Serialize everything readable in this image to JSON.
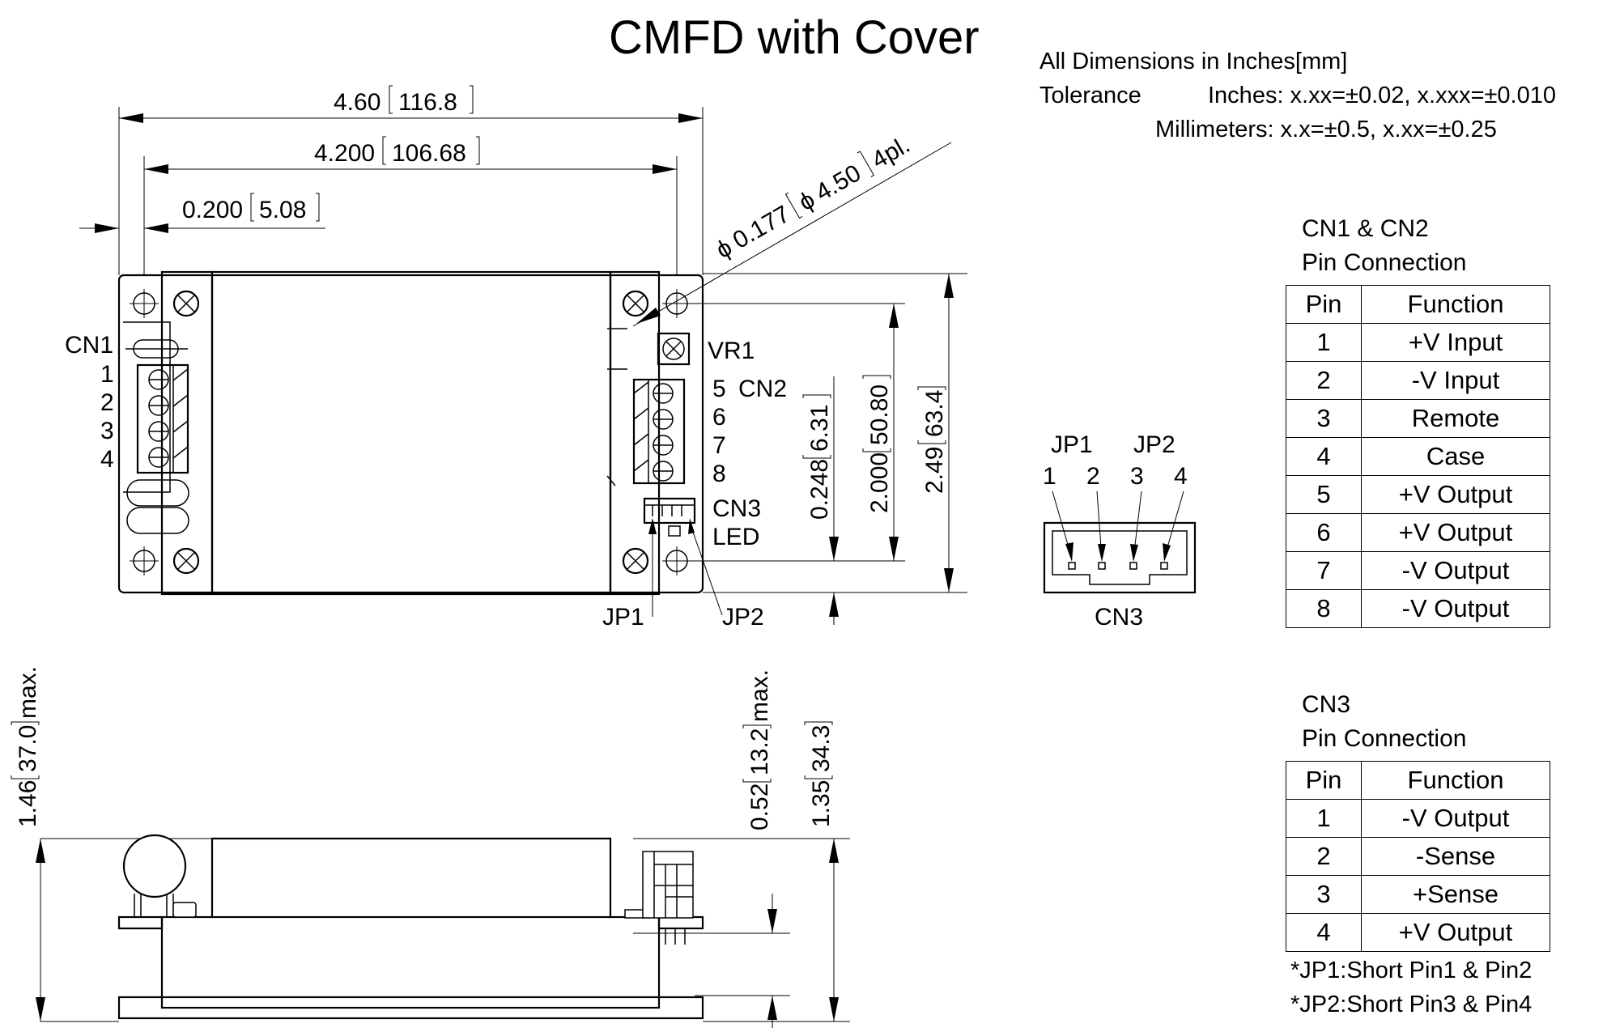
{
  "title": "CMFD with Cover",
  "notes": {
    "units": "All Dimensions in Inches[mm]",
    "tolerance_label": "Tolerance",
    "tolerance_inches": "Inches: x.xx=±0.02, x.xxx=±0.010",
    "tolerance_mm": "Millimeters: x.x=±0.5, x.xx=±0.25"
  },
  "dimensions": {
    "overall_length": {
      "in": "4.60",
      "mm": "116.8"
    },
    "hole_pitch_length": {
      "in": "4.200",
      "mm": "106.68"
    },
    "hole_edge_offset": {
      "in": "0.200",
      "mm": "5.08"
    },
    "hole_diameter": {
      "in": "0.177",
      "mm": "4.50",
      "suffix": "4pl.",
      "symbol": "ϕ"
    },
    "overall_width": {
      "in": "2.49",
      "mm": "63.4"
    },
    "hole_pitch_width": {
      "in": "2.000",
      "mm": "50.80"
    },
    "hole_edge_offset_y": {
      "in": "0.248",
      "mm": "6.31"
    },
    "overall_height": {
      "in": "1.46",
      "mm": "37.0",
      "suffix": "max."
    },
    "pin_height": {
      "in": "0.52",
      "mm": "13.2",
      "suffix": "max."
    },
    "body_height": {
      "in": "1.35",
      "mm": "34.3"
    }
  },
  "labels": {
    "cn1": "CN1",
    "cn1_pins": [
      "1",
      "2",
      "3",
      "4"
    ],
    "vr1": "VR1",
    "cn2": "CN2",
    "cn2_pins": [
      "5",
      "6",
      "7",
      "8"
    ],
    "cn3": "CN3",
    "led": "LED",
    "jp1": "JP1",
    "jp2": "JP2"
  },
  "cn3_detail": {
    "jp1": "JP1",
    "jp2": "JP2",
    "pins": [
      "1",
      "2",
      "3",
      "4"
    ],
    "caption": "CN3"
  },
  "table_cn1_cn2": {
    "caption_line1": "CN1 & CN2",
    "caption_line2": "Pin Connection",
    "headers": [
      "Pin",
      "Function"
    ],
    "rows": [
      {
        "pin": "1",
        "function": "+V Input"
      },
      {
        "pin": "2",
        "function": "-V Input"
      },
      {
        "pin": "3",
        "function": "Remote"
      },
      {
        "pin": "4",
        "function": "Case"
      },
      {
        "pin": "5",
        "function": "+V Output"
      },
      {
        "pin": "6",
        "function": "+V Output"
      },
      {
        "pin": "7",
        "function": "-V Output"
      },
      {
        "pin": "8",
        "function": "-V Output"
      }
    ]
  },
  "table_cn3": {
    "caption_line1": "CN3",
    "caption_line2": "Pin Connection",
    "headers": [
      "Pin",
      "Function"
    ],
    "rows": [
      {
        "pin": "1",
        "function": "-V Output"
      },
      {
        "pin": "2",
        "function": "-Sense"
      },
      {
        "pin": "3",
        "function": "+Sense"
      },
      {
        "pin": "4",
        "function": "+V Output"
      }
    ]
  },
  "jumper_notes": [
    "*JP1:Short Pin1 & Pin2",
    "*JP2:Short Pin3 & Pin4"
  ]
}
